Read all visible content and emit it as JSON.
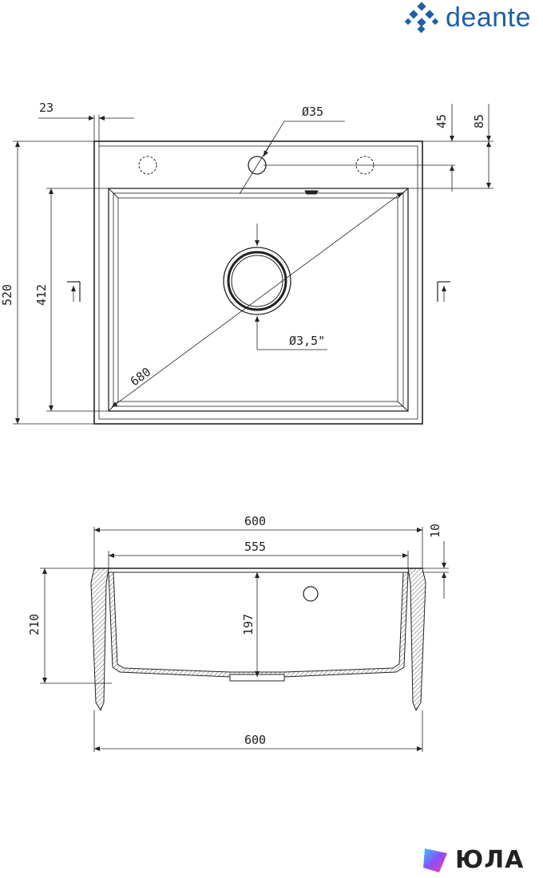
{
  "brand": {
    "name": "deante",
    "color": "#1d5fa8"
  },
  "watermark": {
    "text": "ЮЛА"
  },
  "top_view": {
    "dims": {
      "edge_offset": "23",
      "tap_hole": "Ø35",
      "hole_offset_45": "45",
      "hole_offset_85": "85",
      "total_depth": "520",
      "bowl_depth": "412",
      "diagonal": "680",
      "drain": "Ø3,5\""
    }
  },
  "side_view": {
    "dims": {
      "top_width": "600",
      "bowl_width": "555",
      "rim": "10",
      "total_height": "210",
      "bowl_height": "197",
      "bottom_width": "600"
    }
  }
}
